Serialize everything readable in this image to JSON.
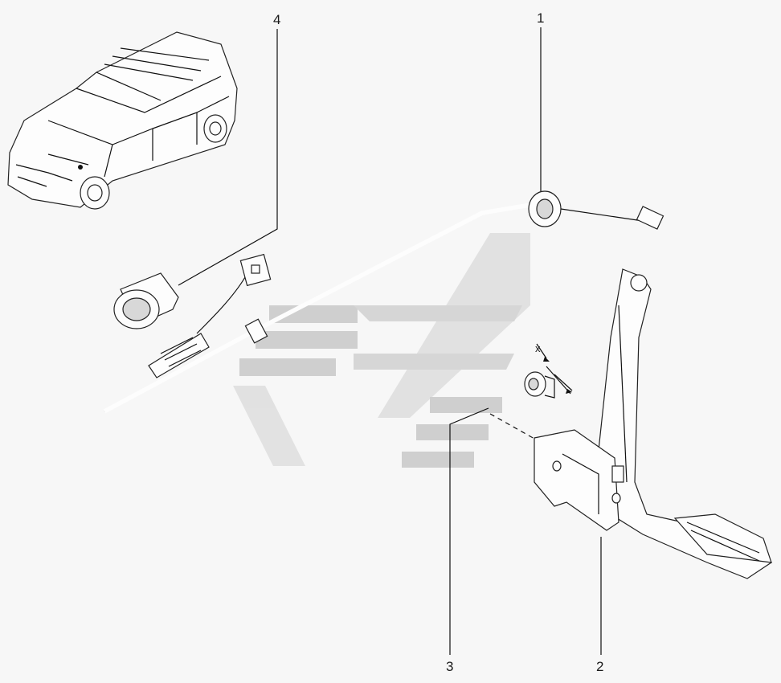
{
  "callouts": [
    {
      "id": "1",
      "text": "1"
    },
    {
      "id": "2",
      "text": "2"
    },
    {
      "id": "3",
      "text": "3"
    },
    {
      "id": "4",
      "text": "4"
    }
  ],
  "dimension_label": "x",
  "colors": {
    "background": "#f7f7f7",
    "watermark": "#b5b5b5",
    "line": "#111111"
  },
  "icons": {
    "vehicle": "minivan-icon",
    "watermark": "brand-logo-watermark"
  }
}
